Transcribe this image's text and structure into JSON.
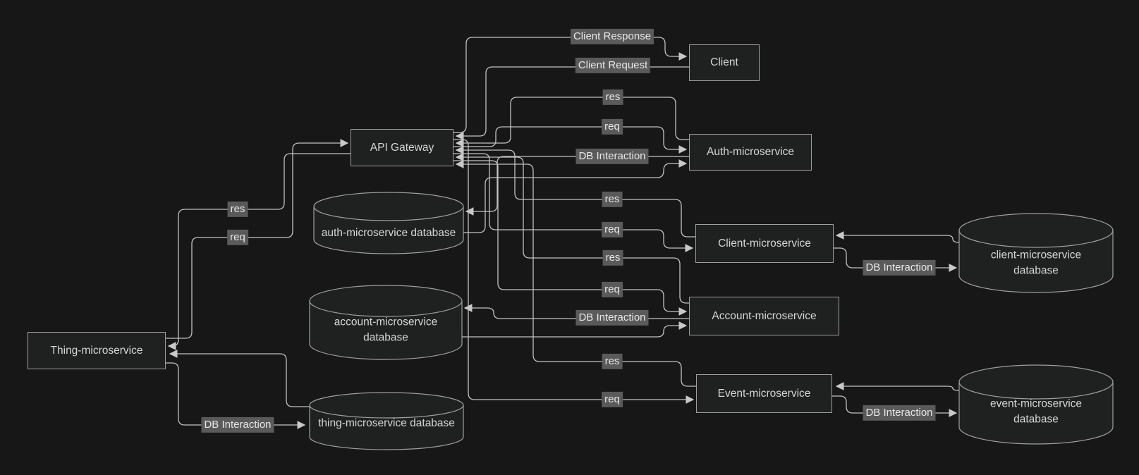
{
  "diagram": {
    "type": "flowchart",
    "theme": "dark",
    "colors": {
      "background": "#171718",
      "node_fill": "#1f2020",
      "node_border": "#9e9e9e",
      "node_text": "#d6d6d6",
      "edge_stroke": "#c2c2c2",
      "edge_label_bg": "#5a5a5a",
      "edge_label_text": "#e8e8e8"
    },
    "nodes": [
      {
        "id": "api-gateway",
        "shape": "rect",
        "label": "API Gateway"
      },
      {
        "id": "client",
        "shape": "rect",
        "label": "Client"
      },
      {
        "id": "auth-ms",
        "shape": "rect",
        "label": "Auth-microservice"
      },
      {
        "id": "client-ms",
        "shape": "rect",
        "label": "Client-microservice"
      },
      {
        "id": "account-ms",
        "shape": "rect",
        "label": "Account-microservice"
      },
      {
        "id": "event-ms",
        "shape": "rect",
        "label": "Event-microservice"
      },
      {
        "id": "thing-ms",
        "shape": "rect",
        "label": "Thing-microservice"
      },
      {
        "id": "auth-db",
        "shape": "cylinder",
        "label": "auth-microservice database"
      },
      {
        "id": "account-db",
        "shape": "cylinder",
        "label": "account-microservice database"
      },
      {
        "id": "thing-db",
        "shape": "cylinder",
        "label": "thing-microservice database"
      },
      {
        "id": "client-db",
        "shape": "cylinder",
        "label": "client-microservice database"
      },
      {
        "id": "event-db",
        "shape": "cylinder",
        "label": "event-microservice database"
      }
    ],
    "edges": [
      {
        "from": "API Gateway",
        "to": "Client",
        "label": "Client Response"
      },
      {
        "from": "Client",
        "to": "API Gateway",
        "label": "Client Request"
      },
      {
        "from": "Auth-microservice",
        "to": "API Gateway",
        "label": "res"
      },
      {
        "from": "API Gateway",
        "to": "Auth-microservice",
        "label": "req"
      },
      {
        "from": "Auth-microservice",
        "to": "auth-microservice database",
        "label": "DB Interaction"
      },
      {
        "from": "auth-microservice database",
        "to": "Auth-microservice",
        "label": ""
      },
      {
        "from": "Client-microservice",
        "to": "API Gateway",
        "label": "res"
      },
      {
        "from": "API Gateway",
        "to": "Client-microservice",
        "label": "req"
      },
      {
        "from": "Account-microservice",
        "to": "API Gateway",
        "label": "res"
      },
      {
        "from": "API Gateway",
        "to": "Account-microservice",
        "label": "req"
      },
      {
        "from": "Account-microservice",
        "to": "account-microservice database",
        "label": "DB Interaction"
      },
      {
        "from": "account-microservice database",
        "to": "Account-microservice",
        "label": ""
      },
      {
        "from": "Event-microservice",
        "to": "API Gateway",
        "label": "res"
      },
      {
        "from": "API Gateway",
        "to": "Event-microservice",
        "label": "req"
      },
      {
        "from": "API Gateway",
        "to": "Thing-microservice",
        "label": "res"
      },
      {
        "from": "Thing-microservice",
        "to": "API Gateway",
        "label": "req"
      },
      {
        "from": "Thing-microservice",
        "to": "thing-microservice database",
        "label": "DB Interaction"
      },
      {
        "from": "thing-microservice database",
        "to": "Thing-microservice",
        "label": ""
      },
      {
        "from": "Client-microservice",
        "to": "client-microservice database",
        "label": "DB Interaction"
      },
      {
        "from": "client-microservice database",
        "to": "Client-microservice",
        "label": ""
      },
      {
        "from": "Event-microservice",
        "to": "event-microservice database",
        "label": "DB Interaction"
      },
      {
        "from": "event-microservice database",
        "to": "Event-microservice",
        "label": ""
      }
    ]
  }
}
